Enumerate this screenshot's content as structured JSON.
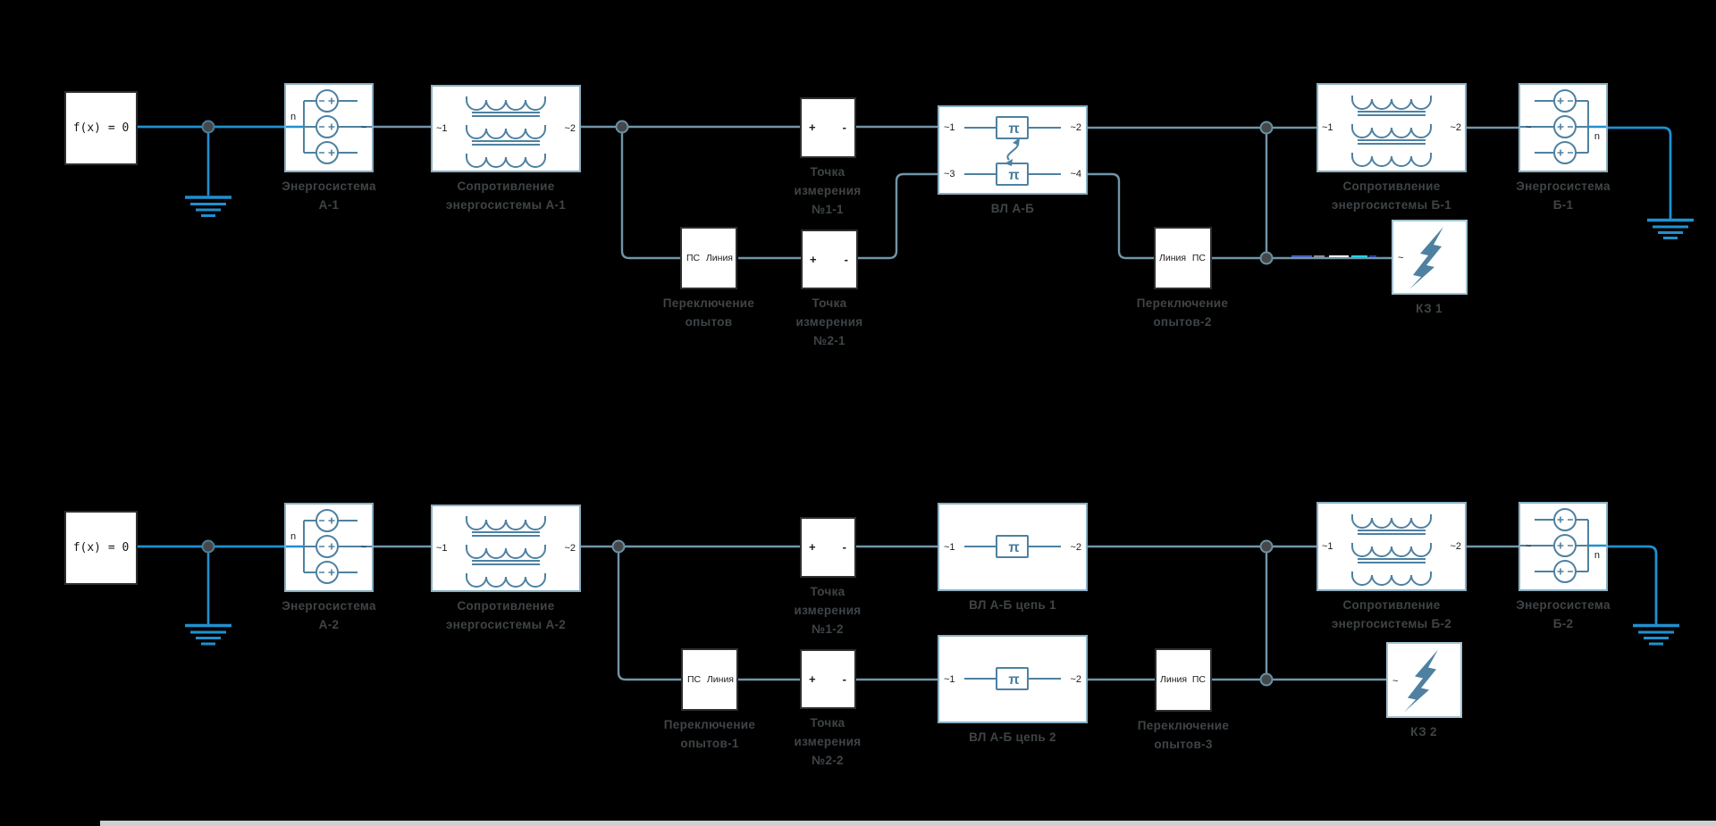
{
  "colors": {
    "background": "#000000",
    "wire": "#7195a7",
    "wire_active": "#2090d0",
    "block_border": "#8aafc2",
    "dark_border": "#2e2e2e",
    "symbol": "#4e81a1",
    "caption": "#3f4447",
    "junction": "#45484b",
    "scrollbar": "#cdd0d2"
  },
  "top": {
    "solver": "f(x) = 0",
    "es_a": {
      "port_left": "n",
      "port_right": "~",
      "caption1": "Энергосистема",
      "caption2": "А-1"
    },
    "z_a": {
      "port_left": "~1",
      "port_right": "~2",
      "caption1": "Сопротивление",
      "caption2": "энергосистемы А-1"
    },
    "mp1": {
      "port_left": "+",
      "port_right": "-",
      "caption1": "Точка",
      "caption2": "измерения",
      "caption3": "№1-1"
    },
    "sw0": {
      "port_left": "ПС",
      "port_right": "Линия",
      "caption1": "Переключение",
      "caption2": "опытов"
    },
    "mp2": {
      "port_left": "+",
      "port_right": "-",
      "caption1": "Точка",
      "caption2": "измерения",
      "caption3": "№2-1"
    },
    "vl": {
      "port1": "~1",
      "port2": "~2",
      "port3": "~3",
      "port4": "~4",
      "pi1": "π",
      "pi2": "π",
      "caption": "ВЛ А-Б"
    },
    "sw2": {
      "port_left": "Линия",
      "port_right": "ПС",
      "caption1": "Переключение",
      "caption2": "опытов-2"
    },
    "kz": {
      "port": "~",
      "caption": "КЗ 1"
    },
    "z_b": {
      "port_left": "~1",
      "port_right": "~2",
      "caption1": "Сопротивление",
      "caption2": "энергосистемы Б-1"
    },
    "es_b": {
      "port_left": "~",
      "port_right": "n",
      "caption1": "Энергосистема",
      "caption2": "Б-1"
    }
  },
  "bottom": {
    "solver": "f(x) = 0",
    "es_a": {
      "port_left": "n",
      "port_right": "~",
      "caption1": "Энергосистема",
      "caption2": "А-2"
    },
    "z_a": {
      "port_left": "~1",
      "port_right": "~2",
      "caption1": "Сопротивление",
      "caption2": "энергосистемы А-2"
    },
    "mp1": {
      "port_left": "+",
      "port_right": "-",
      "caption1": "Точка",
      "caption2": "измерения",
      "caption3": "№1-2"
    },
    "sw1": {
      "port_left": "ПС",
      "port_right": "Линия",
      "caption1": "Переключение",
      "caption2": "опытов-1"
    },
    "mp2": {
      "port_left": "+",
      "port_right": "-",
      "caption1": "Точка",
      "caption2": "измерения",
      "caption3": "№2-2"
    },
    "vl1": {
      "port1": "~1",
      "port2": "~2",
      "pi": "π",
      "caption": "ВЛ А-Б цепь 1"
    },
    "vl2": {
      "port1": "~1",
      "port2": "~2",
      "pi": "π",
      "caption": "ВЛ А-Б цепь 2"
    },
    "sw3": {
      "port_left": "Линия",
      "port_right": "ПС",
      "caption1": "Переключение",
      "caption2": "опытов-3"
    },
    "kz": {
      "port": "~",
      "caption": "КЗ 2"
    },
    "z_b": {
      "port_left": "~1",
      "port_right": "~2",
      "caption1": "Сопротивление",
      "caption2": "энергосистемы Б-2"
    },
    "es_b": {
      "port_left": "~",
      "port_right": "n",
      "caption1": "Энергосистема",
      "caption2": "Б-2"
    }
  }
}
